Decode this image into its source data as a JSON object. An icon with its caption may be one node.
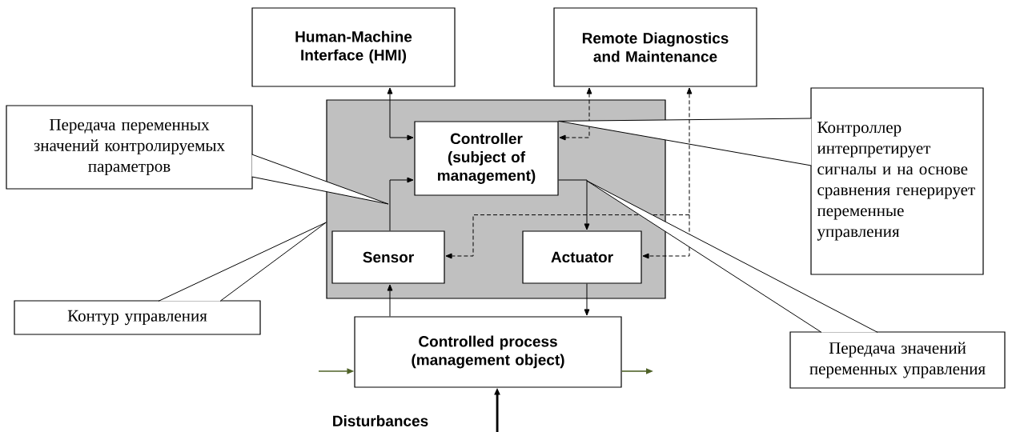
{
  "diagram": {
    "nodes": [
      {
        "text": [
          "Human-Machine Interface (HMI)"
        ]
      },
      {
        "text": [
          "Remote Diagnostics and Maintenance"
        ]
      },
      {
        "text": [],
        "shape": "box"
      },
      {
        "text": [
          "Controller (subject of management)"
        ],
        "in": 2
      },
      {
        "text": [
          "Sensor"
        ],
        "in": 2
      },
      {
        "text": [
          "Actuator"
        ],
        "in": 2
      },
      {
        "text": [
          "Controlled process (management object)"
        ]
      },
      {
        "text": [
          "Передача переменных значений контролируемых параметров"
        ]
      },
      {
        "text": [
          "Контур управления"
        ]
      },
      {
        "text": [
          "Контроллер интерпретирует сигналы и на основе сравнения генерирует переменные управления"
        ]
      },
      {
        "text": [
          "Передача значений переменных управления"
        ]
      }
    ],
    "edges": [
      {
        "from": 0,
        "to": 3,
        "arrow": "both"
      },
      {
        "from": 3,
        "to": 1,
        "arrow": "both",
        "style": "dashed"
      },
      {
        "from": 4,
        "to": 3,
        "arrow": "to"
      },
      {
        "from": 3,
        "to": 5,
        "arrow": "to"
      },
      {
        "from": 1,
        "to": 4,
        "arrow": "both",
        "style": "dashed"
      },
      {
        "from": 1,
        "to": 5,
        "arrow": "both",
        "style": "dashed"
      },
      {
        "from": 6,
        "to": 4,
        "arrow": "to"
      },
      {
        "from": 5,
        "to": 6,
        "arrow": "to"
      },
      {
        "from": null,
        "to": 6,
        "arrow": "to",
        "color": "#4f6228"
      },
      {
        "from": 6,
        "to": null,
        "arrow": "to",
        "color": "#4f6228"
      },
      {
        "from": null,
        "to": 6,
        "arrow": "to",
        "style": "thick"
      },
      {
        "from": 7,
        "to": null,
        "arrow": "none"
      },
      {
        "from": 8,
        "to": 2,
        "arrow": "none"
      },
      {
        "from": 9,
        "to": 3,
        "arrow": "none"
      },
      {
        "from": 10,
        "to": null,
        "arrow": "none"
      }
    ],
    "labels": [
      "Disturbances"
    ]
  }
}
